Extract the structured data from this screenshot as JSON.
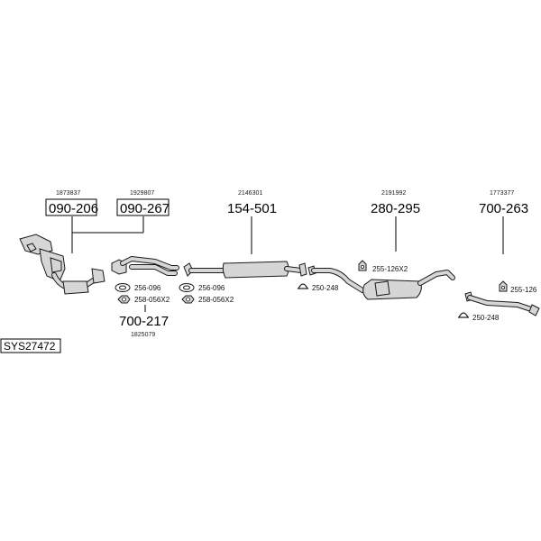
{
  "diagram": {
    "system_code": "SYS27472",
    "parts": [
      {
        "oe": "1873837",
        "part_no": "090-206"
      },
      {
        "oe": "1929807",
        "part_no": "090-267"
      },
      {
        "oe": "2146301",
        "part_no": "154-501"
      },
      {
        "oe": "2191992",
        "part_no": "280-295"
      },
      {
        "oe": "1773377",
        "part_no": "700-263"
      },
      {
        "oe": "1825079",
        "part_no": "700-217"
      }
    ],
    "fittings": {
      "gasket_a": "256-096",
      "nut_a": "258-056X2",
      "gasket_b": "256-096",
      "nut_b": "258-056X2",
      "clamp_a": "250-248",
      "hanger_a": "255-126X2",
      "clamp_b": "250-248",
      "hanger_b": "255-126"
    }
  }
}
